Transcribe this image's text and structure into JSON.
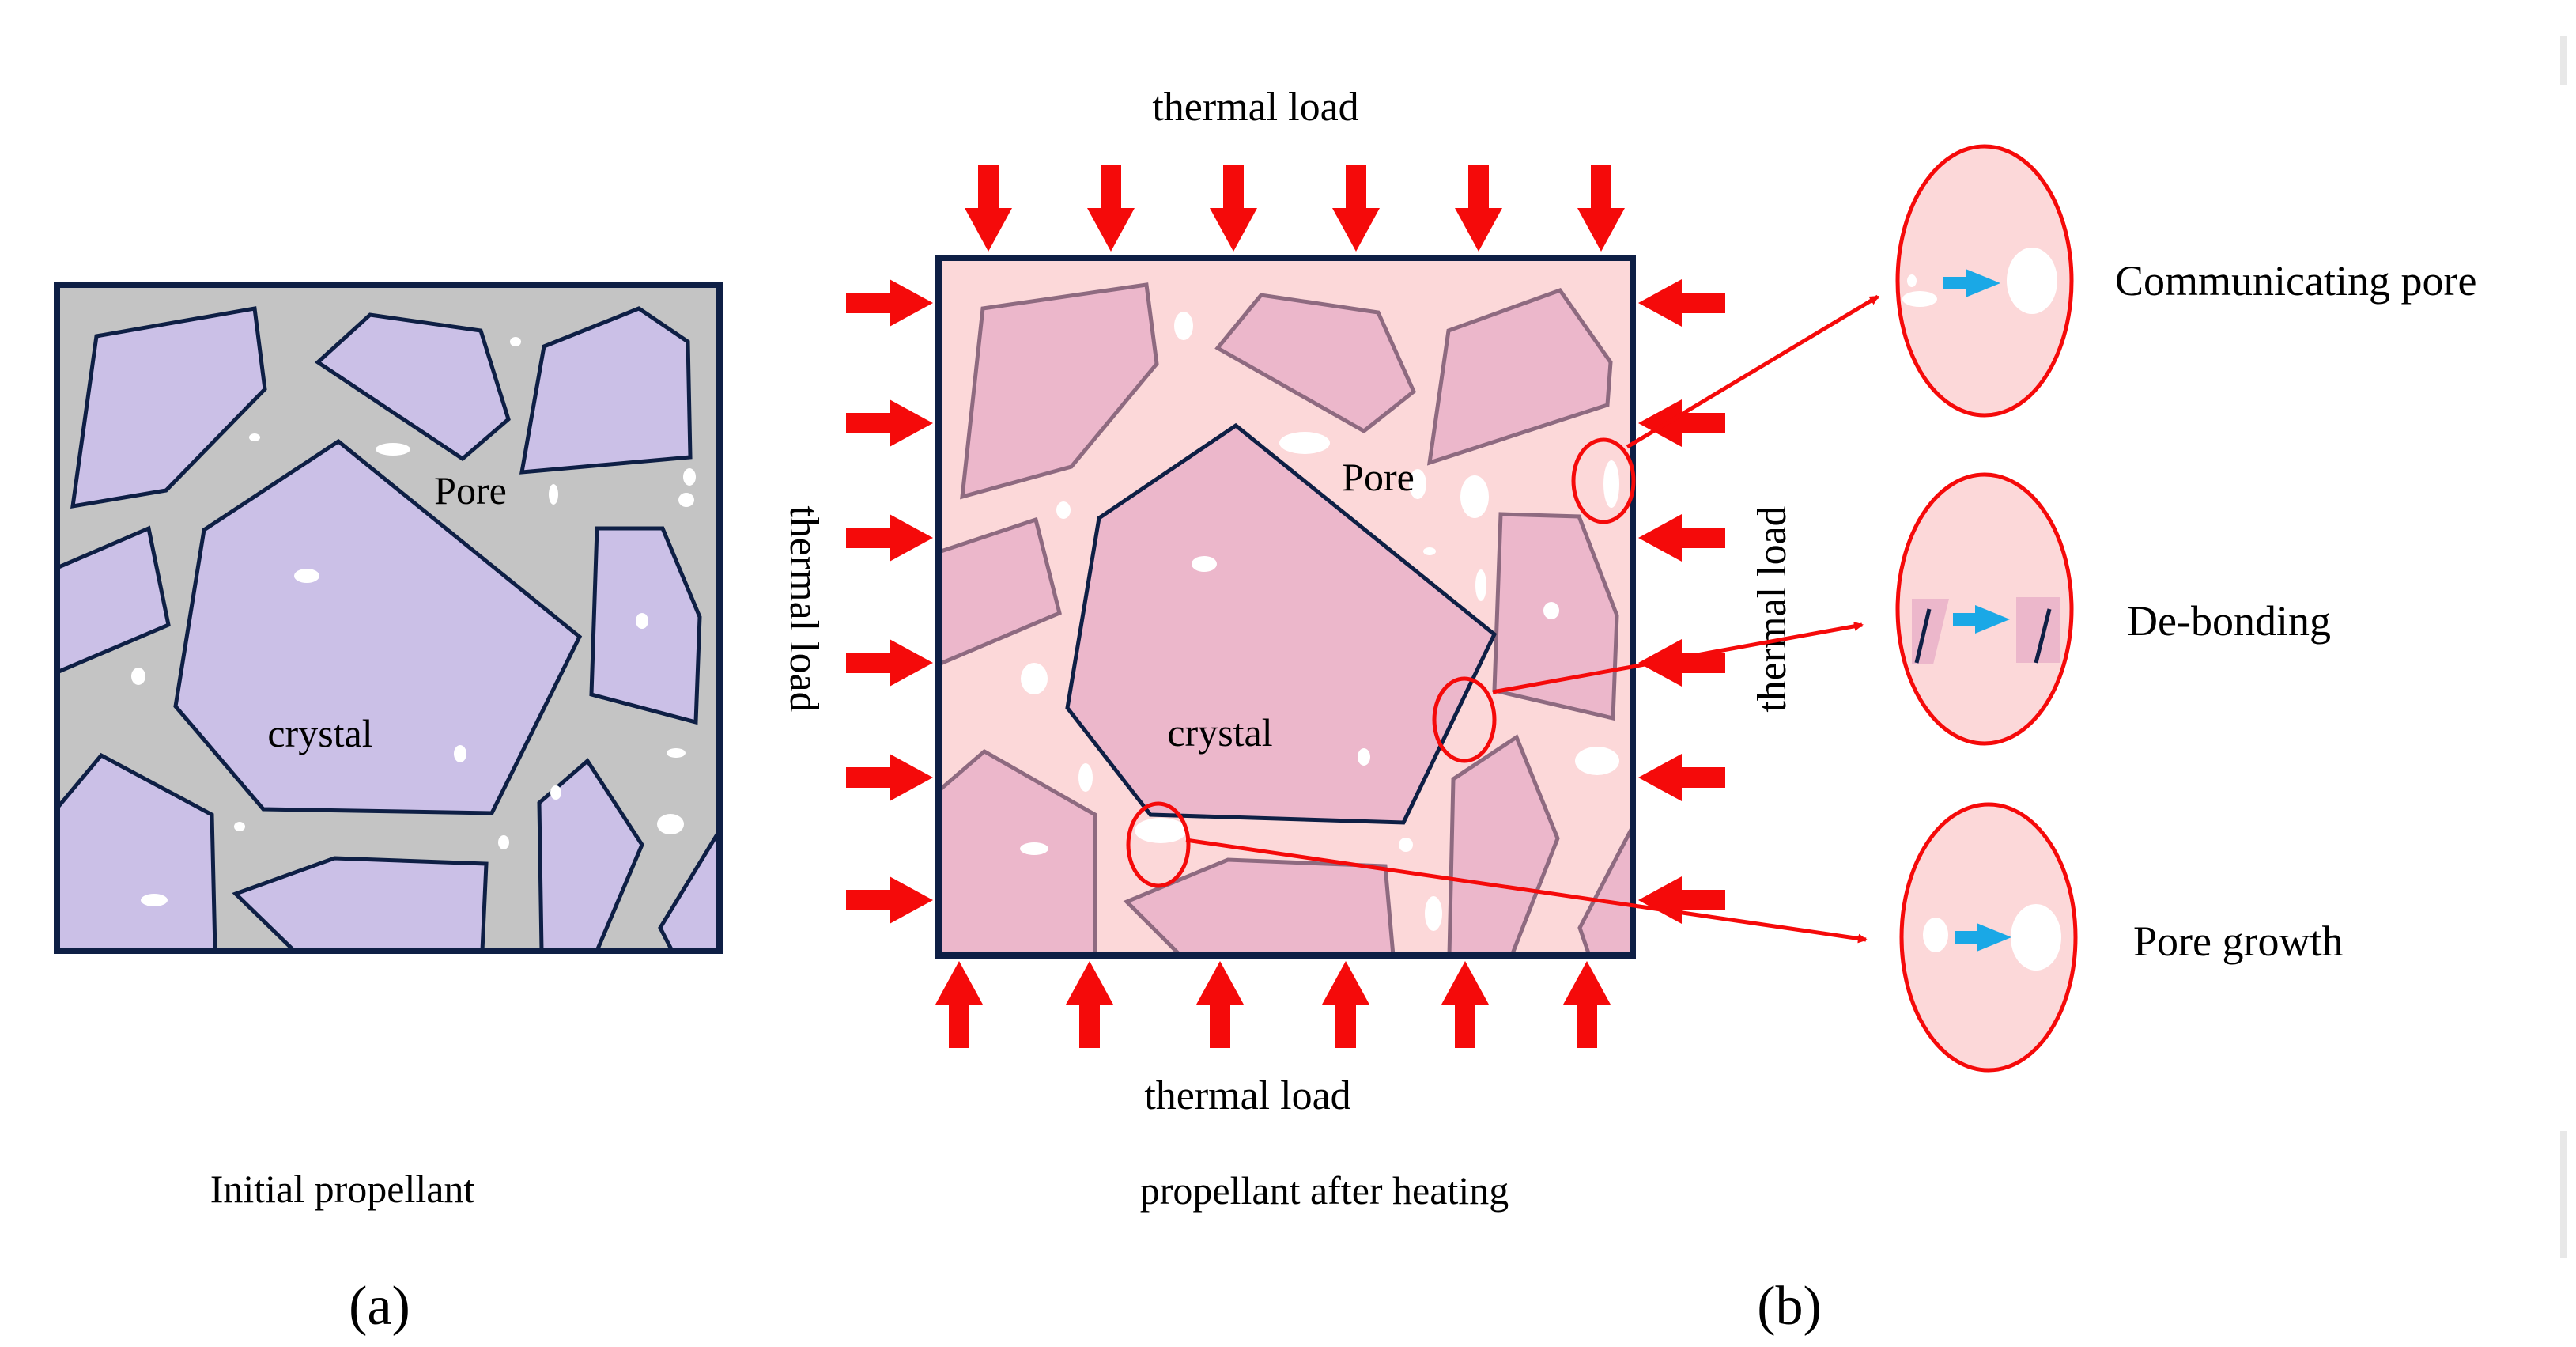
{
  "panel_a": {
    "pore_label": "Pore",
    "crystal_label": "crystal",
    "caption": "Initial propellant",
    "letter": "(a)"
  },
  "panel_b": {
    "thermal_top": "thermal load",
    "thermal_bottom": "thermal load",
    "thermal_left": "thermal load",
    "thermal_right": "thermal load",
    "pore_label": "Pore",
    "crystal_label": "crystal",
    "caption": "propellant after heating",
    "letter": "(b)"
  },
  "mechanisms": [
    {
      "label": "Communicating pore"
    },
    {
      "label": "De-bonding"
    },
    {
      "label": "Pore growth"
    }
  ],
  "colors": {
    "matrix_a": "#c4c4c4",
    "crystal_a": "#cbc0e7",
    "matrix_b": "#fcd8d9",
    "crystal_b": "#ecb7cb",
    "outline": "#0e1f45",
    "arrow_red": "#f50a0a",
    "arrow_blue": "#1aa8e6"
  }
}
